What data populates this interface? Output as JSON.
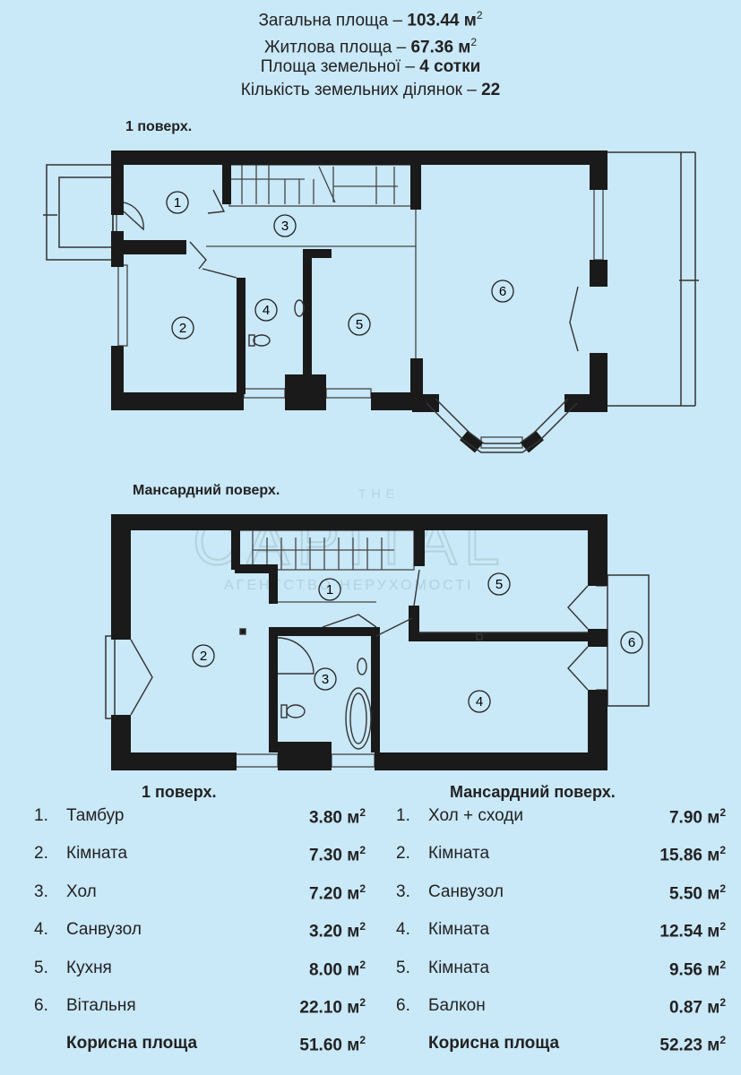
{
  "summary": {
    "total_label": "Загальна площа – ",
    "total_value": "103.44 м",
    "living_label": "Житлова площа – ",
    "living_value": "67.36 м",
    "land_label": "Площа земельної – ",
    "land_value": "4 сотки",
    "plots_label": "Кількість земельних ділянок – ",
    "plots_value": "22",
    "sq": "2"
  },
  "floor1_title": "1 поверх.",
  "attic_title": "Мансардний поверх.",
  "watermark": {
    "line1": "THE",
    "line2": "CAPITAL",
    "line3": "АГЕНТСТВО НЕРУХОМОСТІ"
  },
  "floor1_labels": [
    "1",
    "2",
    "3",
    "4",
    "5",
    "6"
  ],
  "attic_labels": [
    "1",
    "2",
    "3",
    "4",
    "5",
    "6"
  ],
  "table1": {
    "header": "1 поверх.",
    "rows": [
      {
        "num": "1.",
        "name": "Тамбур",
        "area": "3.80 м"
      },
      {
        "num": "2.",
        "name": "Кімната",
        "area": "7.30 м"
      },
      {
        "num": "3.",
        "name": "Хол",
        "area": "7.20 м"
      },
      {
        "num": "4.",
        "name": "Санвузол",
        "area": "3.20 м"
      },
      {
        "num": "5.",
        "name": "Кухня",
        "area": "8.00 м"
      },
      {
        "num": "6.",
        "name": "Вітальня",
        "area": "22.10 м"
      }
    ],
    "total_label": "Корисна площа",
    "total_area": "51.60 м"
  },
  "table2": {
    "header": "Мансардний поверх.",
    "rows": [
      {
        "num": "1.",
        "name": "Хол + сходи",
        "area": "7.90 м"
      },
      {
        "num": "2.",
        "name": "Кімната",
        "area": "15.86 м"
      },
      {
        "num": "3.",
        "name": "Санвузол",
        "area": "5.50 м"
      },
      {
        "num": "4.",
        "name": "Кімната",
        "area": "12.54 м"
      },
      {
        "num": "5.",
        "name": "Кімната",
        "area": "9.56 м"
      },
      {
        "num": "6.",
        "name": "Балкон",
        "area": "0.87 м"
      }
    ],
    "total_label": "Корисна площа",
    "total_area": "52.23 м"
  },
  "colors": {
    "background": "#c9e8f8",
    "wall": "#1a1a1a",
    "line": "#333333"
  }
}
